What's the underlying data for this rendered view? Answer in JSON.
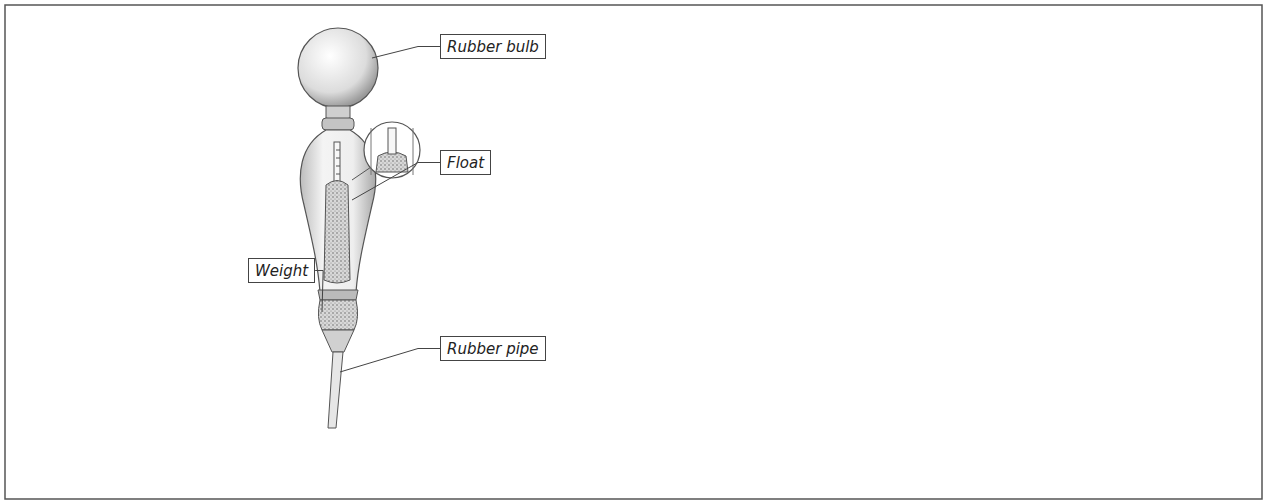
{
  "diagram": {
    "nodes": [
      {
        "text": [
          "Rubber bulb"
        ]
      },
      {
        "text": [
          "Float"
        ]
      },
      {
        "text": [
          "Weight"
        ]
      },
      {
        "text": [
          "Rubber pipe"
        ]
      }
    ]
  }
}
